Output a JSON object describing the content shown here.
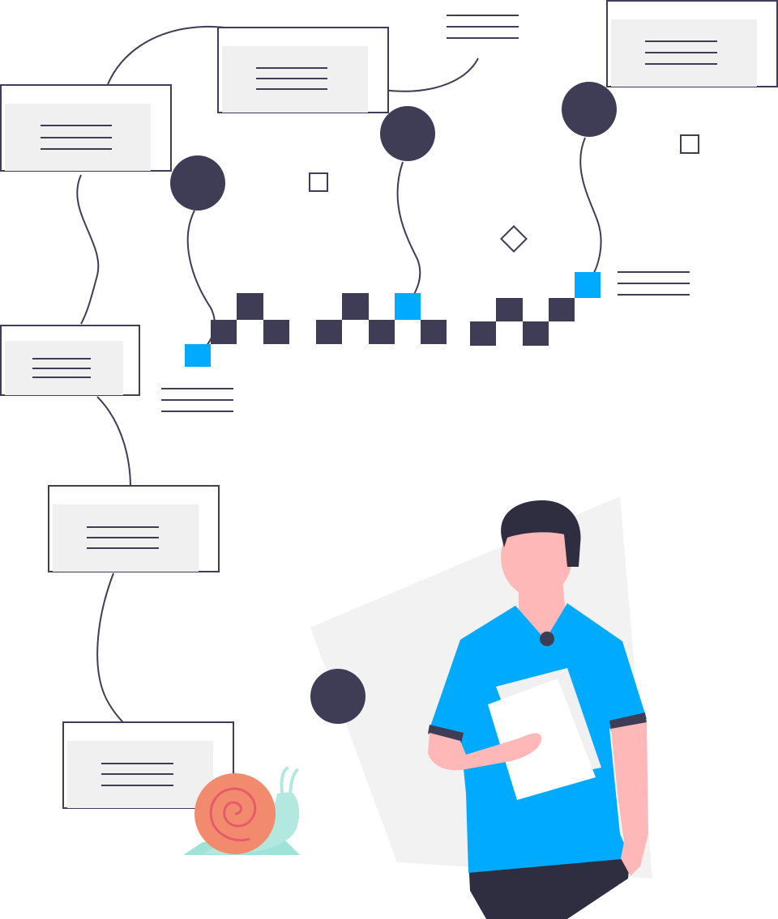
{
  "illustration": {
    "subject": "person-with-document-and-snail-flowchart",
    "colors": {
      "dark": "#3f3d56",
      "accent": "#00aaff",
      "panel_fill": "#f0f0f0",
      "background_shape": "#f2f2f2",
      "skin": "#ffb8b8",
      "hair": "#2f2e41",
      "trousers": "#2f2e41",
      "paper": "#ffffff",
      "snail_shell": "#f28b6e",
      "snail_shell_lines": "#e85a6b",
      "snail_body": "#b2e8e0",
      "snail_ground": "#9fe3d8"
    },
    "icons": {
      "cards": "text-card-icon",
      "nodes": "circle-node-icon",
      "checker": "checker-pattern",
      "snail": "snail-icon",
      "person": "person-figure"
    }
  }
}
